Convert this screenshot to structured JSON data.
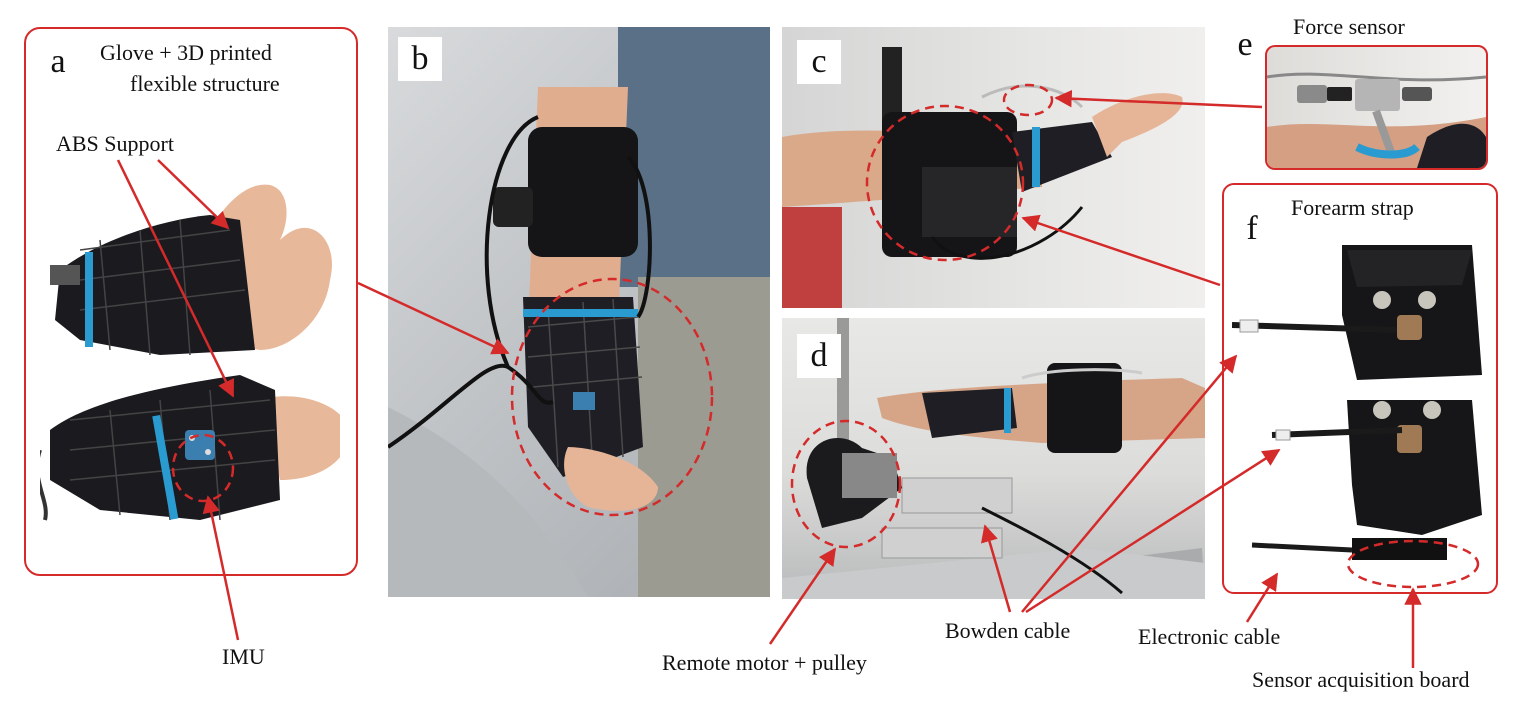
{
  "panels": {
    "a": {
      "letter": "a",
      "title_line1": "Glove + 3D printed",
      "title_line2": "flexible structure"
    },
    "b": {
      "letter": "b"
    },
    "c": {
      "letter": "c"
    },
    "d": {
      "letter": "d"
    },
    "e": {
      "letter": "e",
      "title": "Force sensor"
    },
    "f": {
      "letter": "f",
      "title": "Forearm strap"
    }
  },
  "labels": {
    "abs_support": "ABS Support",
    "imu": "IMU",
    "remote_motor": "Remote motor + pulley",
    "bowden_cable": "Bowden cable",
    "electronic_cable": "Electronic cable",
    "sensor_board": "Sensor acquisition board"
  },
  "colors": {
    "accent_red": "#d42a2a",
    "glove_black": "#1a1a1f",
    "glove_blue": "#2a9bd1",
    "skin": "#e8b89a"
  }
}
